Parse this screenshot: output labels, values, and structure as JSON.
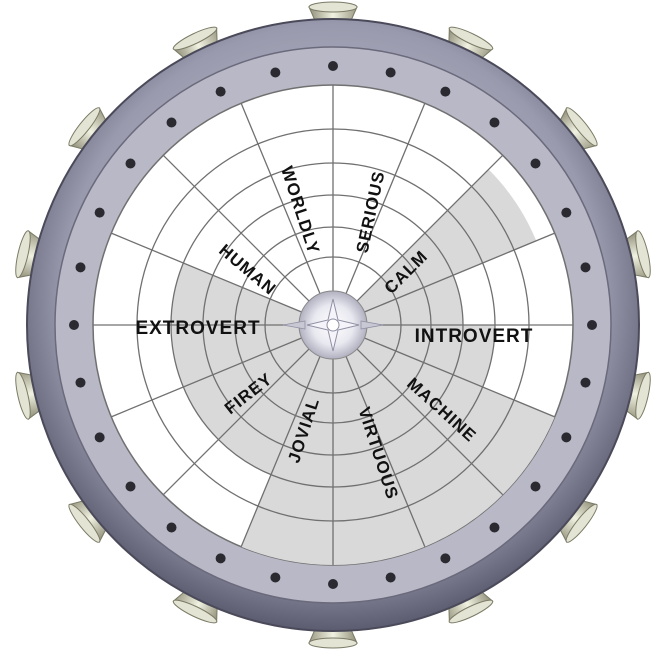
{
  "labels": {
    "extrovert": "EXTROVERT",
    "introvert": "INTROVERT",
    "human": "HUMAN",
    "worldly": "WORLDLY",
    "serious": "SERIOUS",
    "calm": "CALM",
    "firey": "FIREY",
    "jovial": "JOVIAL",
    "virtuous": "VIRTUOUS",
    "machine": "MACHINE"
  },
  "wheel": {
    "sectors": 16,
    "rings": 5,
    "bolts": 28,
    "spokes": 14
  },
  "colors": {
    "rim": "#8e8ea2",
    "rim_dark": "#5c5c70",
    "spoke": "#c9c9b4",
    "grid_line": "#707070",
    "shaded_sector": "#d9d9d9",
    "face": "#ffffff",
    "bolt": "#2a2a30"
  },
  "shaded_sectors": [
    "calm",
    "firey",
    "machine",
    "jovial",
    "extrovert-inner",
    "virtuous"
  ]
}
